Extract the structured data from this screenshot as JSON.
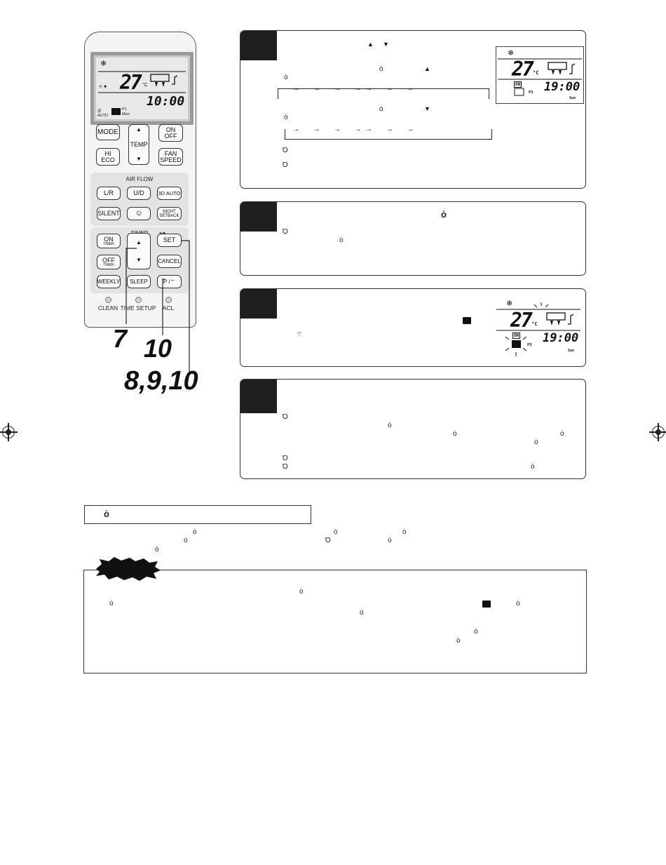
{
  "remote": {
    "lcd": {
      "temperature": "27",
      "unit": "°C",
      "time": "10:00",
      "program": "P1",
      "day": "Mon",
      "mode_text": "AUTO"
    },
    "buttons": {
      "mode": "MODE",
      "temp": "TEMP",
      "on_off": [
        "ON",
        "OFF"
      ],
      "hi_eco": [
        "HI",
        "ECO"
      ],
      "fan_speed": [
        "FAN",
        "SPEED"
      ],
      "airflow_label": "AIR FLOW",
      "lr": "L/R",
      "ud": "U/D",
      "auto3d": "3D AUTO",
      "silent": "SILENT",
      "night_setback": [
        "NIGHT",
        "SETBACK"
      ],
      "timer_label": "TIMER",
      "on_timer": [
        "ON",
        "TIMER"
      ],
      "off_timer": [
        "OFF",
        "TIMER"
      ],
      "set": "SET",
      "cancel": "CANCEL",
      "weekly": "WEEKLY",
      "sleep": "SLEEP",
      "p_send": "P / ",
      "clean": "CLEAN",
      "time_setup": "TIME SETUP",
      "acl": "ACL"
    },
    "callouts": [
      "7",
      "10",
      "8,9,10"
    ]
  },
  "panel_lcd_1": {
    "temperature": "27",
    "unit": "°C",
    "time": "19:00",
    "program": "P3",
    "day": "Sun",
    "timer": "ON"
  },
  "panel_lcd_2": {
    "temperature": "27",
    "unit": "°C",
    "time": "19:00",
    "program": "P3",
    "day": "Sun",
    "timer": "ON"
  }
}
